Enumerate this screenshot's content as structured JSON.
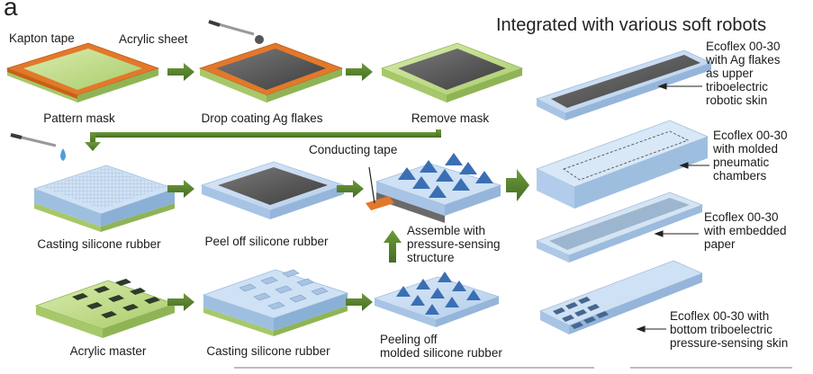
{
  "panel_label": "a",
  "title": "Integrated with various soft robots",
  "top_row": {
    "kapton_tape": "Kapton tape",
    "acrylic_sheet": "Acrylic sheet",
    "pattern_mask": "Pattern mask",
    "drop_coating": "Drop coating Ag flakes",
    "remove_mask": "Remove mask"
  },
  "middle_row": {
    "casting": "Casting silicone rubber",
    "peel_off": "Peel off silicone rubber",
    "conducting_tape": "Conducting tape",
    "assemble": "Assemble with\npressure-sensing\nstructure"
  },
  "bottom_row": {
    "acrylic_master": "Acrylic master",
    "casting": "Casting silicone rubber",
    "peeling": "Peeling off\nmolded silicone rubber"
  },
  "layers": [
    "Ecoflex 00-30\nwith Ag flakes\nas upper\ntriboelectric\nrobotic skin",
    "Ecoflex 00-30\nwith molded\npneumatic\nchambers",
    "Ecoflex 00-30\nwith embedded\npaper",
    "Ecoflex 00-30 with\nbottom triboelectric\npressure-sensing skin"
  ],
  "colors": {
    "arrow": "#4f7a2a",
    "silicone": "#b9d3ee",
    "kapton": "#e3782a",
    "acrylic_green": "#bfdc84",
    "silver": "#5b5b5b"
  }
}
